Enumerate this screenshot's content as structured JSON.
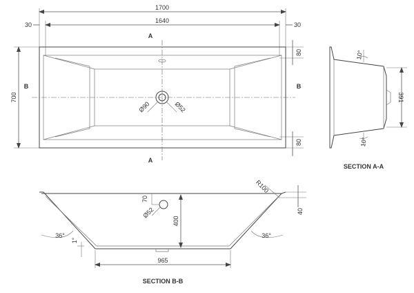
{
  "plan_view": {
    "overall_width": "1700",
    "inner_width": "1640",
    "left_rim": "30",
    "right_rim": "30",
    "overall_depth": "700",
    "top_rim": "80",
    "bottom_rim": "80",
    "section_a_top": "A",
    "section_a_bottom": "A",
    "section_b_left": "B",
    "section_b_right": "B",
    "waste_outer_diameter": "Ø90",
    "waste_inner_diameter": "Ø52"
  },
  "section_aa": {
    "title": "SECTION A-A",
    "height": "391",
    "top_angle": "10°",
    "bottom_angle": "10°"
  },
  "section_bb": {
    "title": "SECTION B-B",
    "base_length": "965",
    "depth": "400",
    "rim_height": "40",
    "overflow_offset": "70",
    "overflow_diameter": "Ø52",
    "radius": "R100",
    "left_angle": "36°",
    "right_angle": "36°",
    "base_fall": "1°"
  }
}
